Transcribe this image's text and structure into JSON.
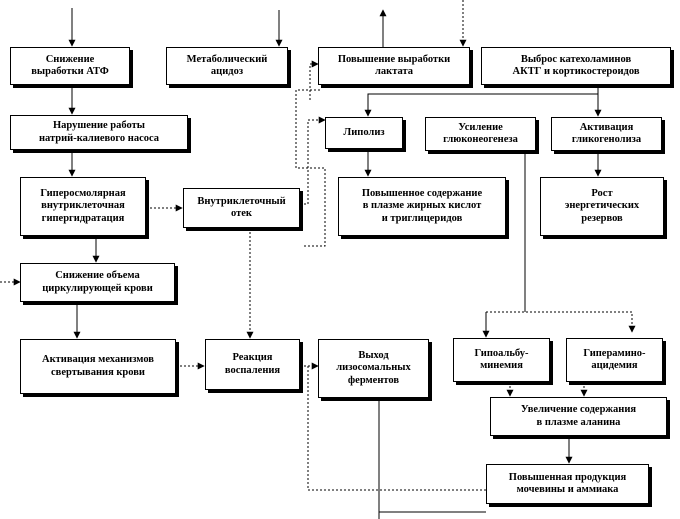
{
  "boxes": {
    "atp": "Снижение\nвыработки АТФ",
    "metab": "Метаболический\nацидоз",
    "lactate": "Повышение выработки\nлактата",
    "catechol": "Выброс катехоламинов\nАКТГ и кортикостероидов",
    "pump": "Нарушение работы\nнатрий-калиевого насоса",
    "lipolysis": "Липолиз",
    "gluconeo": "Усиление\nглюконеогенеза",
    "glycogen": "Активация\nгликогенолиза",
    "hyperosm": "Гиперосмолярная\nвнутриклеточная\nгипергидратация",
    "edema": "Внутриклеточный\nотек",
    "fatty": "Повышенное содержание\nв плазме жирных кислот\nи триглицеридов",
    "energy": "Рост\nэнергетических\nрезервов",
    "volume": "Снижение объема\nциркулирующей крови",
    "coag": "Активация механизмов\nсвертывания крови",
    "inflam": "Реакция\nвоспаления",
    "lyso": "Выход\nлизосомальных\nферментов",
    "hypoalb": "Гипоальбу-\nминемия",
    "hyperam": "Гиперамино-\nацидемия",
    "alanine": "Увеличение содержания\nв плазме аланина",
    "urea": "Повышенная продукция\nмочевины и аммиака"
  }
}
